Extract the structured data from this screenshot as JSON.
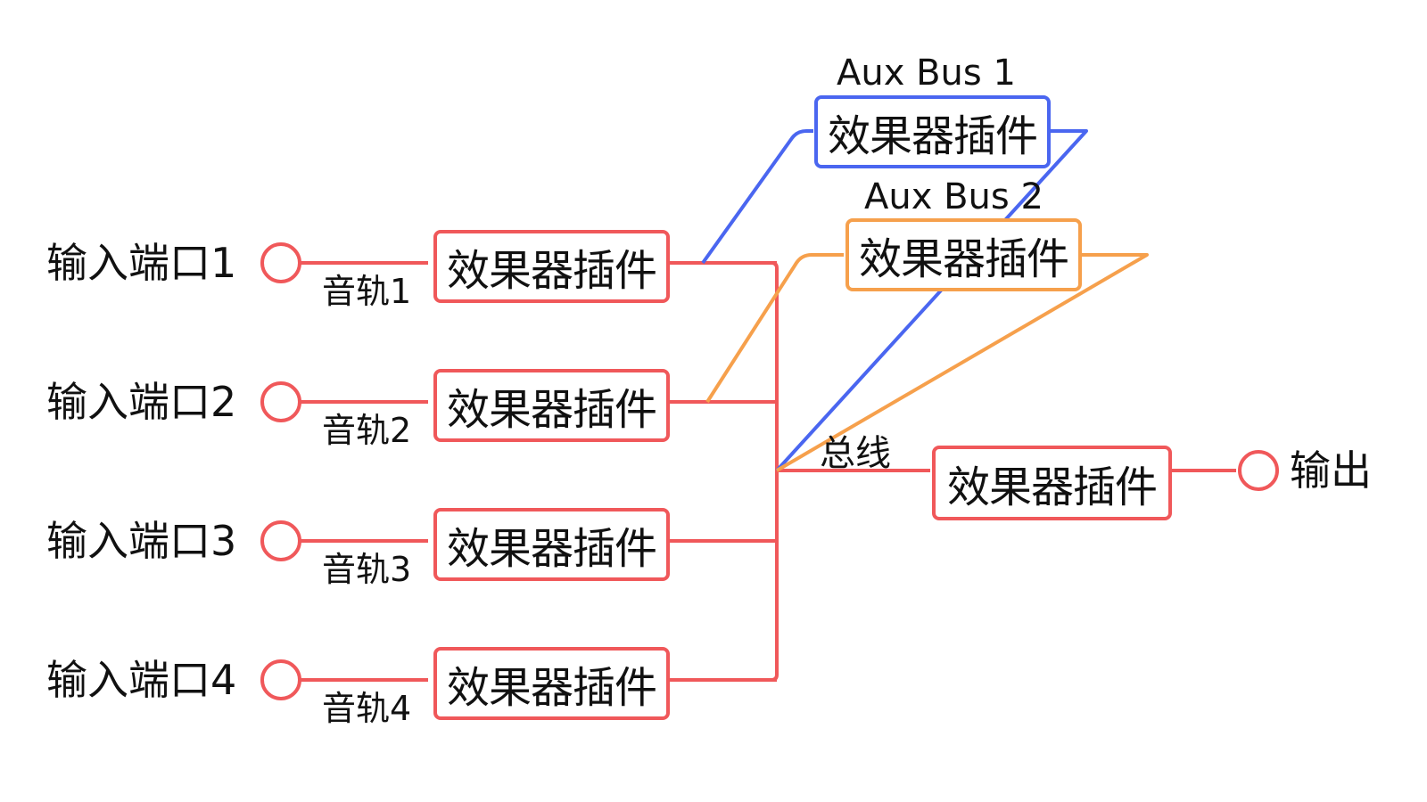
{
  "inputs": [
    {
      "port_label": "输入端口1",
      "track_label": "音轨1",
      "plugin_label": "效果器插件"
    },
    {
      "port_label": "输入端口2",
      "track_label": "音轨2",
      "plugin_label": "效果器插件"
    },
    {
      "port_label": "输入端口3",
      "track_label": "音轨3",
      "plugin_label": "效果器插件"
    },
    {
      "port_label": "输入端口4",
      "track_label": "音轨4",
      "plugin_label": "效果器插件"
    }
  ],
  "aux_buses": [
    {
      "name": "Aux Bus 1",
      "plugin_label": "效果器插件",
      "color": "#4a66f0"
    },
    {
      "name": "Aux Bus 2",
      "plugin_label": "效果器插件",
      "color": "#f6a04c"
    }
  ],
  "bus": {
    "label": "总线",
    "plugin_label": "效果器插件"
  },
  "output": {
    "label": "输出"
  },
  "colors": {
    "main": "#f0585a",
    "aux1": "#4a66f0",
    "aux2": "#f6a04c"
  }
}
